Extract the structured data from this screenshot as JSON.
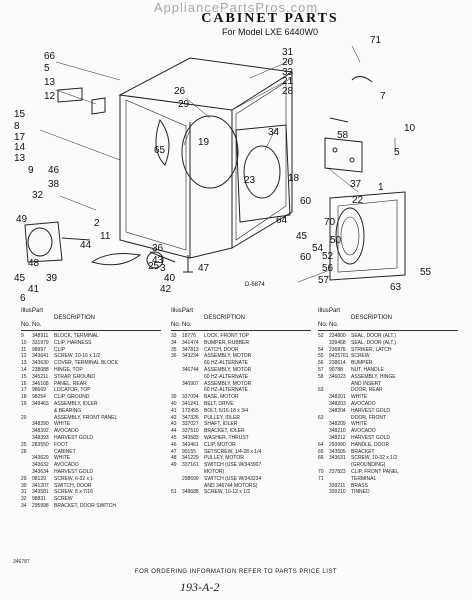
{
  "header": {
    "watermark": "AppliancePartsPros.com",
    "title": "CABINET PARTS",
    "subtitle": "For Model LXE 6440W0"
  },
  "diagram": {
    "code": "D-6874",
    "callouts": [
      "66",
      "5",
      "13",
      "12",
      "31",
      "20",
      "33",
      "21",
      "28",
      "71",
      "7",
      "15",
      "8",
      "17",
      "14",
      "13",
      "26",
      "29",
      "34",
      "19",
      "9",
      "65",
      "58",
      "10",
      "5",
      "18",
      "46",
      "38",
      "32",
      "37",
      "1",
      "22",
      "49",
      "25",
      "2",
      "11",
      "44",
      "36",
      "43",
      "48",
      "3",
      "40",
      "42",
      "41",
      "6",
      "39",
      "45",
      "47",
      "70",
      "50",
      "52",
      "56",
      "57",
      "63",
      "55",
      "64",
      "45",
      "54",
      "60",
      "23",
      "60"
    ]
  },
  "parts_table": {
    "headers": {
      "illus": "Illus.",
      "no": "No.",
      "part": "Part",
      "part_no": "No.",
      "description": "DESCRIPTION"
    },
    "columns": [
      [
        [
          "9",
          "348911",
          "BLOCK, TERMINAL"
        ],
        [
          "10",
          "331979",
          "CLIP, HARNESS"
        ],
        [
          "11",
          "98997",
          "CLIP"
        ],
        [
          "12",
          "343641",
          "SCREW, 10-16 x 1/2"
        ],
        [
          "13",
          "343630",
          "COVER, TERMINAL BLOCK"
        ],
        [
          "14",
          "238088",
          "HINGE, TOP"
        ],
        [
          "15",
          "345211",
          "STRAP, GROUND"
        ],
        [
          "16",
          "346168",
          "PANEL, REAR"
        ],
        [
          "17",
          "98669",
          "LOCATOR, TOP"
        ],
        [
          "18",
          "98254",
          "CLIP, GROUND"
        ],
        [
          "19",
          "349463",
          "ASSEMBLY, IDLER"
        ],
        [
          "",
          "",
          "& BEARING"
        ],
        [
          "20",
          "",
          "ASSEMBLY, FRONT PANEL"
        ],
        [
          "",
          "348390",
          "WHITE"
        ],
        [
          "",
          "348392",
          "AVOCADO"
        ],
        [
          "",
          "348393",
          "HARVEST GOLD"
        ],
        [
          "25",
          "283550",
          "FOOT"
        ],
        [
          "28",
          "",
          "CABINET"
        ],
        [
          "",
          "343629",
          "WHITE"
        ],
        [
          "",
          "343632",
          "AVOCADO"
        ],
        [
          "",
          "343634",
          "HARVEST GOLD"
        ],
        [
          "29",
          "98129",
          "SCREW, 6-32 x 1"
        ],
        [
          "30",
          "341207",
          "SWITCH, DOOR"
        ],
        [
          "31",
          "343581",
          "SCREW, 8 x 7/16"
        ],
        [
          "32",
          "98831",
          "SCREW"
        ],
        [
          "34",
          "295998",
          "BRACKET, DOOR SWITCH"
        ]
      ],
      [
        [
          "33",
          "18776",
          "LOCK, FRONT TOP"
        ],
        [
          "34",
          "341474",
          "BUMPER, RUBBER"
        ],
        [
          "35",
          "347813",
          "CATCH, DOOR"
        ],
        [
          "36",
          "343234",
          "ASSEMBLY, MOTOR"
        ],
        [
          "",
          "",
          "60 HZ-ALTERNATE"
        ],
        [
          "",
          "346744",
          "ASSEMBLY, MOTOR"
        ],
        [
          "",
          "",
          "60 HZ-ALTERNATE"
        ],
        [
          "",
          "340907",
          "ASSEMBLY, MOTOR"
        ],
        [
          "",
          "",
          "60 HZ-ALTERNATE"
        ],
        [
          "39",
          "337094",
          "BASE, MOTOR"
        ],
        [
          "40",
          "341241",
          "BELT, DRIVE"
        ],
        [
          "41",
          "172455",
          "BOLT, 5/16-18 x 3/4"
        ],
        [
          "42",
          "347326",
          "PULLEY, IDLER"
        ],
        [
          "43",
          "337027",
          "SHAFT, IDLER"
        ],
        [
          "44",
          "337510",
          "BRACKET, IDLER"
        ],
        [
          "45",
          "343583",
          "WASHER, THRUST"
        ],
        [
          "46",
          "343461",
          "CLIP, MOTOR"
        ],
        [
          "47",
          "90155",
          "SETSCREW, 1/4-28 x 1/4"
        ],
        [
          "48",
          "341229",
          "PULLEY, MOTOR"
        ],
        [
          "49",
          "337161",
          "SWITCH (USE W/343907"
        ],
        [
          "",
          "",
          "MOTOR)"
        ],
        [
          "",
          "298699",
          "SWITCH (USE W/343234"
        ],
        [
          "",
          "",
          "AND 346744 MOTORS)"
        ],
        [
          "51",
          "348688",
          "SCREW, 10-12 x 1/2"
        ]
      ],
      [
        [
          "52",
          "234800",
          "SEAL, DOOR (ALT.)"
        ],
        [
          "",
          "339468",
          "SEAL, DOOR (ALT.)"
        ],
        [
          "54",
          "236876",
          "STRIKER, LATCH"
        ],
        [
          "55",
          "9425761",
          "SCREW"
        ],
        [
          "56",
          "238614",
          "BUMPER"
        ],
        [
          "57",
          "90788",
          "NUT, HANDLE"
        ],
        [
          "58",
          "346023",
          "ASSEMBLY, HINGE"
        ],
        [
          "",
          "",
          "AND INSERT"
        ],
        [
          "63",
          "",
          "DOOR, REAR"
        ],
        [
          "",
          "348201",
          "WHITE"
        ],
        [
          "",
          "348203",
          "AVOCADO"
        ],
        [
          "",
          "348204",
          "HARVEST GOLD"
        ],
        [
          "63",
          "",
          "DOOR, FRONT"
        ],
        [
          "",
          "348209",
          "WHITE"
        ],
        [
          "",
          "348210",
          "AVOCADO"
        ],
        [
          "",
          "348212",
          "HARVEST GOLD"
        ],
        [
          "64",
          "293990",
          "HANDLE, DOOR"
        ],
        [
          "65",
          "343505",
          "BRACKET"
        ],
        [
          "66",
          "343631",
          "SCREW, 10-32 x 1/2"
        ],
        [
          "",
          "",
          "(GROUNDING)"
        ],
        [
          "70",
          "237823",
          "CLIP, FRONT PANEL"
        ],
        [
          "71",
          "",
          "TERMINAL"
        ],
        [
          "",
          "339211",
          "BRASS"
        ],
        [
          "",
          "339210",
          "TINNED"
        ]
      ]
    ]
  },
  "footer": {
    "note": "FOR ORDERING INFORMATION REFER TO PARTS PRICE LIST",
    "corner_code": "346787",
    "handwritten": "193-A-2"
  }
}
